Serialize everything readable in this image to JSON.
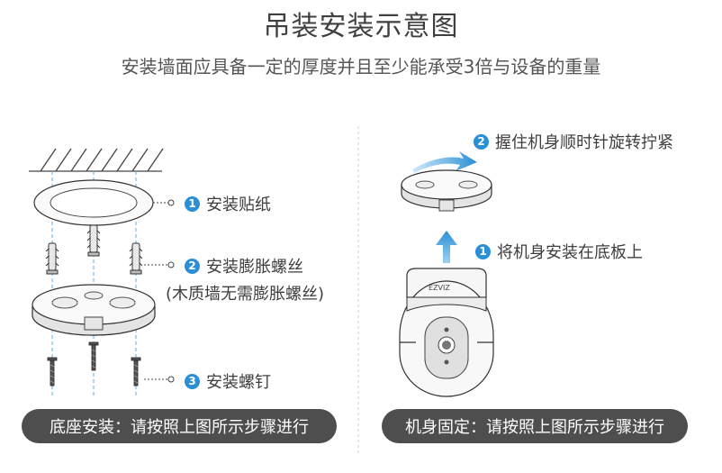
{
  "header": {
    "title": "吊装安装示意图",
    "subtitle": "安装墙面应具备一定的厚度并且至少能承受3倍与设备的重量"
  },
  "left_panel": {
    "step1": {
      "num": "1",
      "text": "安装贴纸"
    },
    "step2": {
      "num": "2",
      "text": "安装膨胀螺丝",
      "note": "(木质墙无需膨胀螺丝)"
    },
    "step3": {
      "num": "3",
      "text": "安装螺钉"
    },
    "footer": "底座安装：请按照上图所示步骤进行"
  },
  "right_panel": {
    "step1": {
      "num": "1",
      "text": "将机身安装在底板上"
    },
    "step2": {
      "num": "2",
      "text": "握住机身顺时针旋转拧紧"
    },
    "footer": "机身固定：请按照上图所示步骤进行",
    "camera_brand": "EZVIZ"
  },
  "colors": {
    "accent": "#2a8fd6",
    "pill_bg": "#4e4e4e",
    "text": "#3e3e3e"
  }
}
